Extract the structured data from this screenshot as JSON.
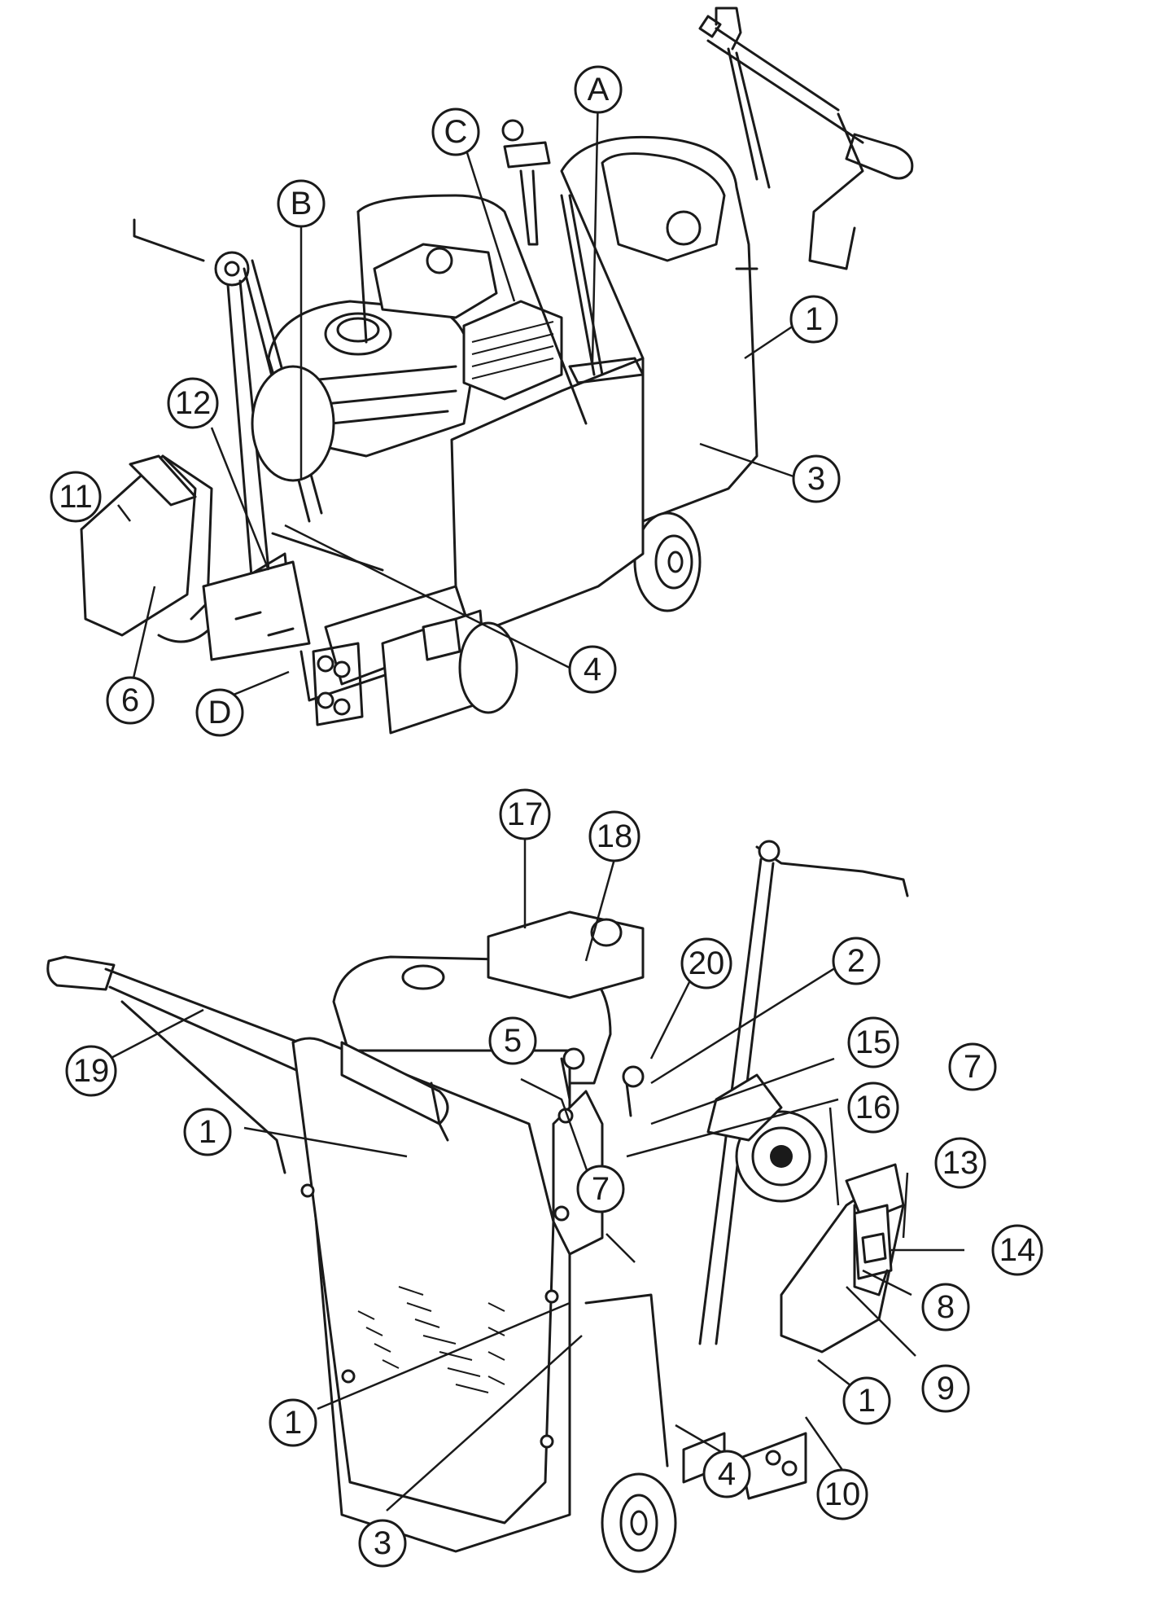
{
  "views": [
    {
      "id": "top-view",
      "callouts": [
        {
          "label": "A"
        },
        {
          "label": "B"
        },
        {
          "label": "C"
        },
        {
          "label": "D"
        },
        {
          "label": "1"
        },
        {
          "label": "3"
        },
        {
          "label": "4"
        },
        {
          "label": "6"
        },
        {
          "label": "11"
        },
        {
          "label": "12"
        }
      ]
    },
    {
      "id": "bottom-view",
      "callouts": [
        {
          "label": "17"
        },
        {
          "label": "18"
        },
        {
          "label": "20"
        },
        {
          "label": "2"
        },
        {
          "label": "15"
        },
        {
          "label": "16"
        },
        {
          "label": "5"
        },
        {
          "label": "19"
        },
        {
          "label": "1"
        },
        {
          "label": "7"
        },
        {
          "label": "7"
        },
        {
          "label": "13"
        },
        {
          "label": "14"
        },
        {
          "label": "8"
        },
        {
          "label": "9"
        },
        {
          "label": "1"
        },
        {
          "label": "1"
        },
        {
          "label": "3"
        },
        {
          "label": "4"
        },
        {
          "label": "10"
        }
      ]
    }
  ]
}
